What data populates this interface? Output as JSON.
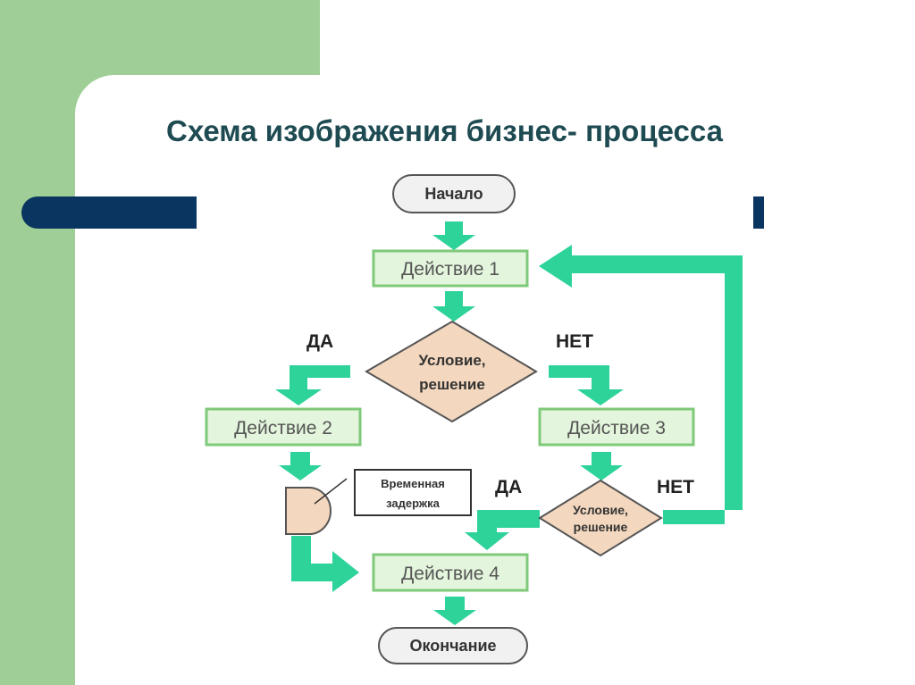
{
  "slide": {
    "title": "Схема изображения бизнес- процесса"
  },
  "diagram": {
    "start": "Начало",
    "action1": "Действие 1",
    "condition1": [
      "Условие,",
      "решение"
    ],
    "yes1": "ДА",
    "no1": "НЕТ",
    "action2": "Действие 2",
    "action3": "Действие 3",
    "delay_note": [
      "Временная",
      "задержка"
    ],
    "yes2": "ДА",
    "no2": "НЕТ",
    "condition2": [
      "Условие,",
      "решение"
    ],
    "action4": "Действие 4",
    "end": "Окончание"
  },
  "colors": {
    "arrow": "#2ed39a",
    "action_fill": "#e3f5dc",
    "action_stroke": "#7fc97a",
    "decision_fill": "#f3d7be",
    "navy": "#0b3561",
    "green_panel": "#9fcf96"
  }
}
